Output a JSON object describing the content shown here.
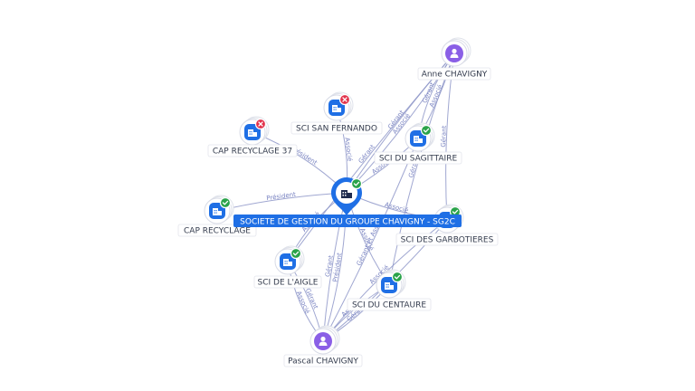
{
  "graph": {
    "center": {
      "label": "SOCIETE DE GESTION DU GROUPE CHAVIGNY - SG2C",
      "status": "active"
    },
    "nodes": [
      {
        "id": "anne",
        "label": "Anne CHAVIGNY",
        "kind": "person"
      },
      {
        "id": "san-fernando",
        "label": "SCI SAN FERNANDO",
        "kind": "company",
        "status": "closed"
      },
      {
        "id": "cap37",
        "label": "CAP RECYCLAGE 37",
        "kind": "company",
        "status": "closed"
      },
      {
        "id": "sagittaire",
        "label": "SCI DU SAGITTAIRE",
        "kind": "company",
        "status": "active"
      },
      {
        "id": "cap",
        "label": "CAP RECYCLAGE",
        "kind": "company",
        "status": "active"
      },
      {
        "id": "garbotieres",
        "label": "SCI DES GARBOTIERES",
        "kind": "company",
        "status": "active"
      },
      {
        "id": "aigle",
        "label": "SCI DE L'AIGLE",
        "kind": "company",
        "status": "active"
      },
      {
        "id": "centaure",
        "label": "SCI DU CENTAURE",
        "kind": "company",
        "status": "active"
      },
      {
        "id": "pascal",
        "label": "Pascal CHAVIGNY",
        "kind": "person"
      }
    ],
    "edges": [
      {
        "from": "anne",
        "to": "center",
        "label": "Gérant"
      },
      {
        "from": "anne",
        "to": "center",
        "label": "Associé"
      },
      {
        "from": "anne",
        "to": "sagittaire",
        "label": "Gérant"
      },
      {
        "from": "anne",
        "to": "sagittaire",
        "label": "Associé"
      },
      {
        "from": "anne",
        "to": "garbotieres",
        "label": "Gérant"
      },
      {
        "from": "anne",
        "to": "centaure",
        "label": "Gérant"
      },
      {
        "from": "anne",
        "to": "aigle",
        "label": "Gérant"
      },
      {
        "from": "center",
        "to": "san-fernando",
        "label": "Associé"
      },
      {
        "from": "center",
        "to": "cap37",
        "label": "Président"
      },
      {
        "from": "center",
        "to": "cap",
        "label": "Président"
      },
      {
        "from": "center",
        "to": "garbotieres",
        "label": "Associé"
      },
      {
        "from": "center",
        "to": "aigle",
        "label": "Associé"
      },
      {
        "from": "center",
        "to": "sagittaire",
        "label": "Associé"
      },
      {
        "from": "center",
        "to": "centaure",
        "label": "Associé"
      },
      {
        "from": "pascal",
        "to": "center",
        "label": "Président"
      },
      {
        "from": "pascal",
        "to": "center",
        "label": "Gérant"
      },
      {
        "from": "pascal",
        "to": "aigle",
        "label": "Gérant"
      },
      {
        "from": "pascal",
        "to": "aigle",
        "label": "Associé"
      },
      {
        "from": "pascal",
        "to": "sagittaire",
        "label": "Gérant et Associé"
      },
      {
        "from": "pascal",
        "to": "garbotieres",
        "label": "Gérant"
      },
      {
        "from": "pascal",
        "to": "garbotieres",
        "label": "Associé"
      },
      {
        "from": "pascal",
        "to": "centaure",
        "label": "Gérant"
      },
      {
        "from": "pascal",
        "to": "centaure",
        "label": "Associé"
      }
    ]
  },
  "colors": {
    "company": "#1f6fe5",
    "person": "#8a5fe6",
    "active_badge": "#2aa34a",
    "closed_badge": "#e2324b",
    "edge": "#8f98c9",
    "edge_label": "#7a84c2"
  },
  "icons": {
    "company": "building-icon",
    "person": "person-icon",
    "active": "check-icon",
    "closed": "cross-icon"
  }
}
